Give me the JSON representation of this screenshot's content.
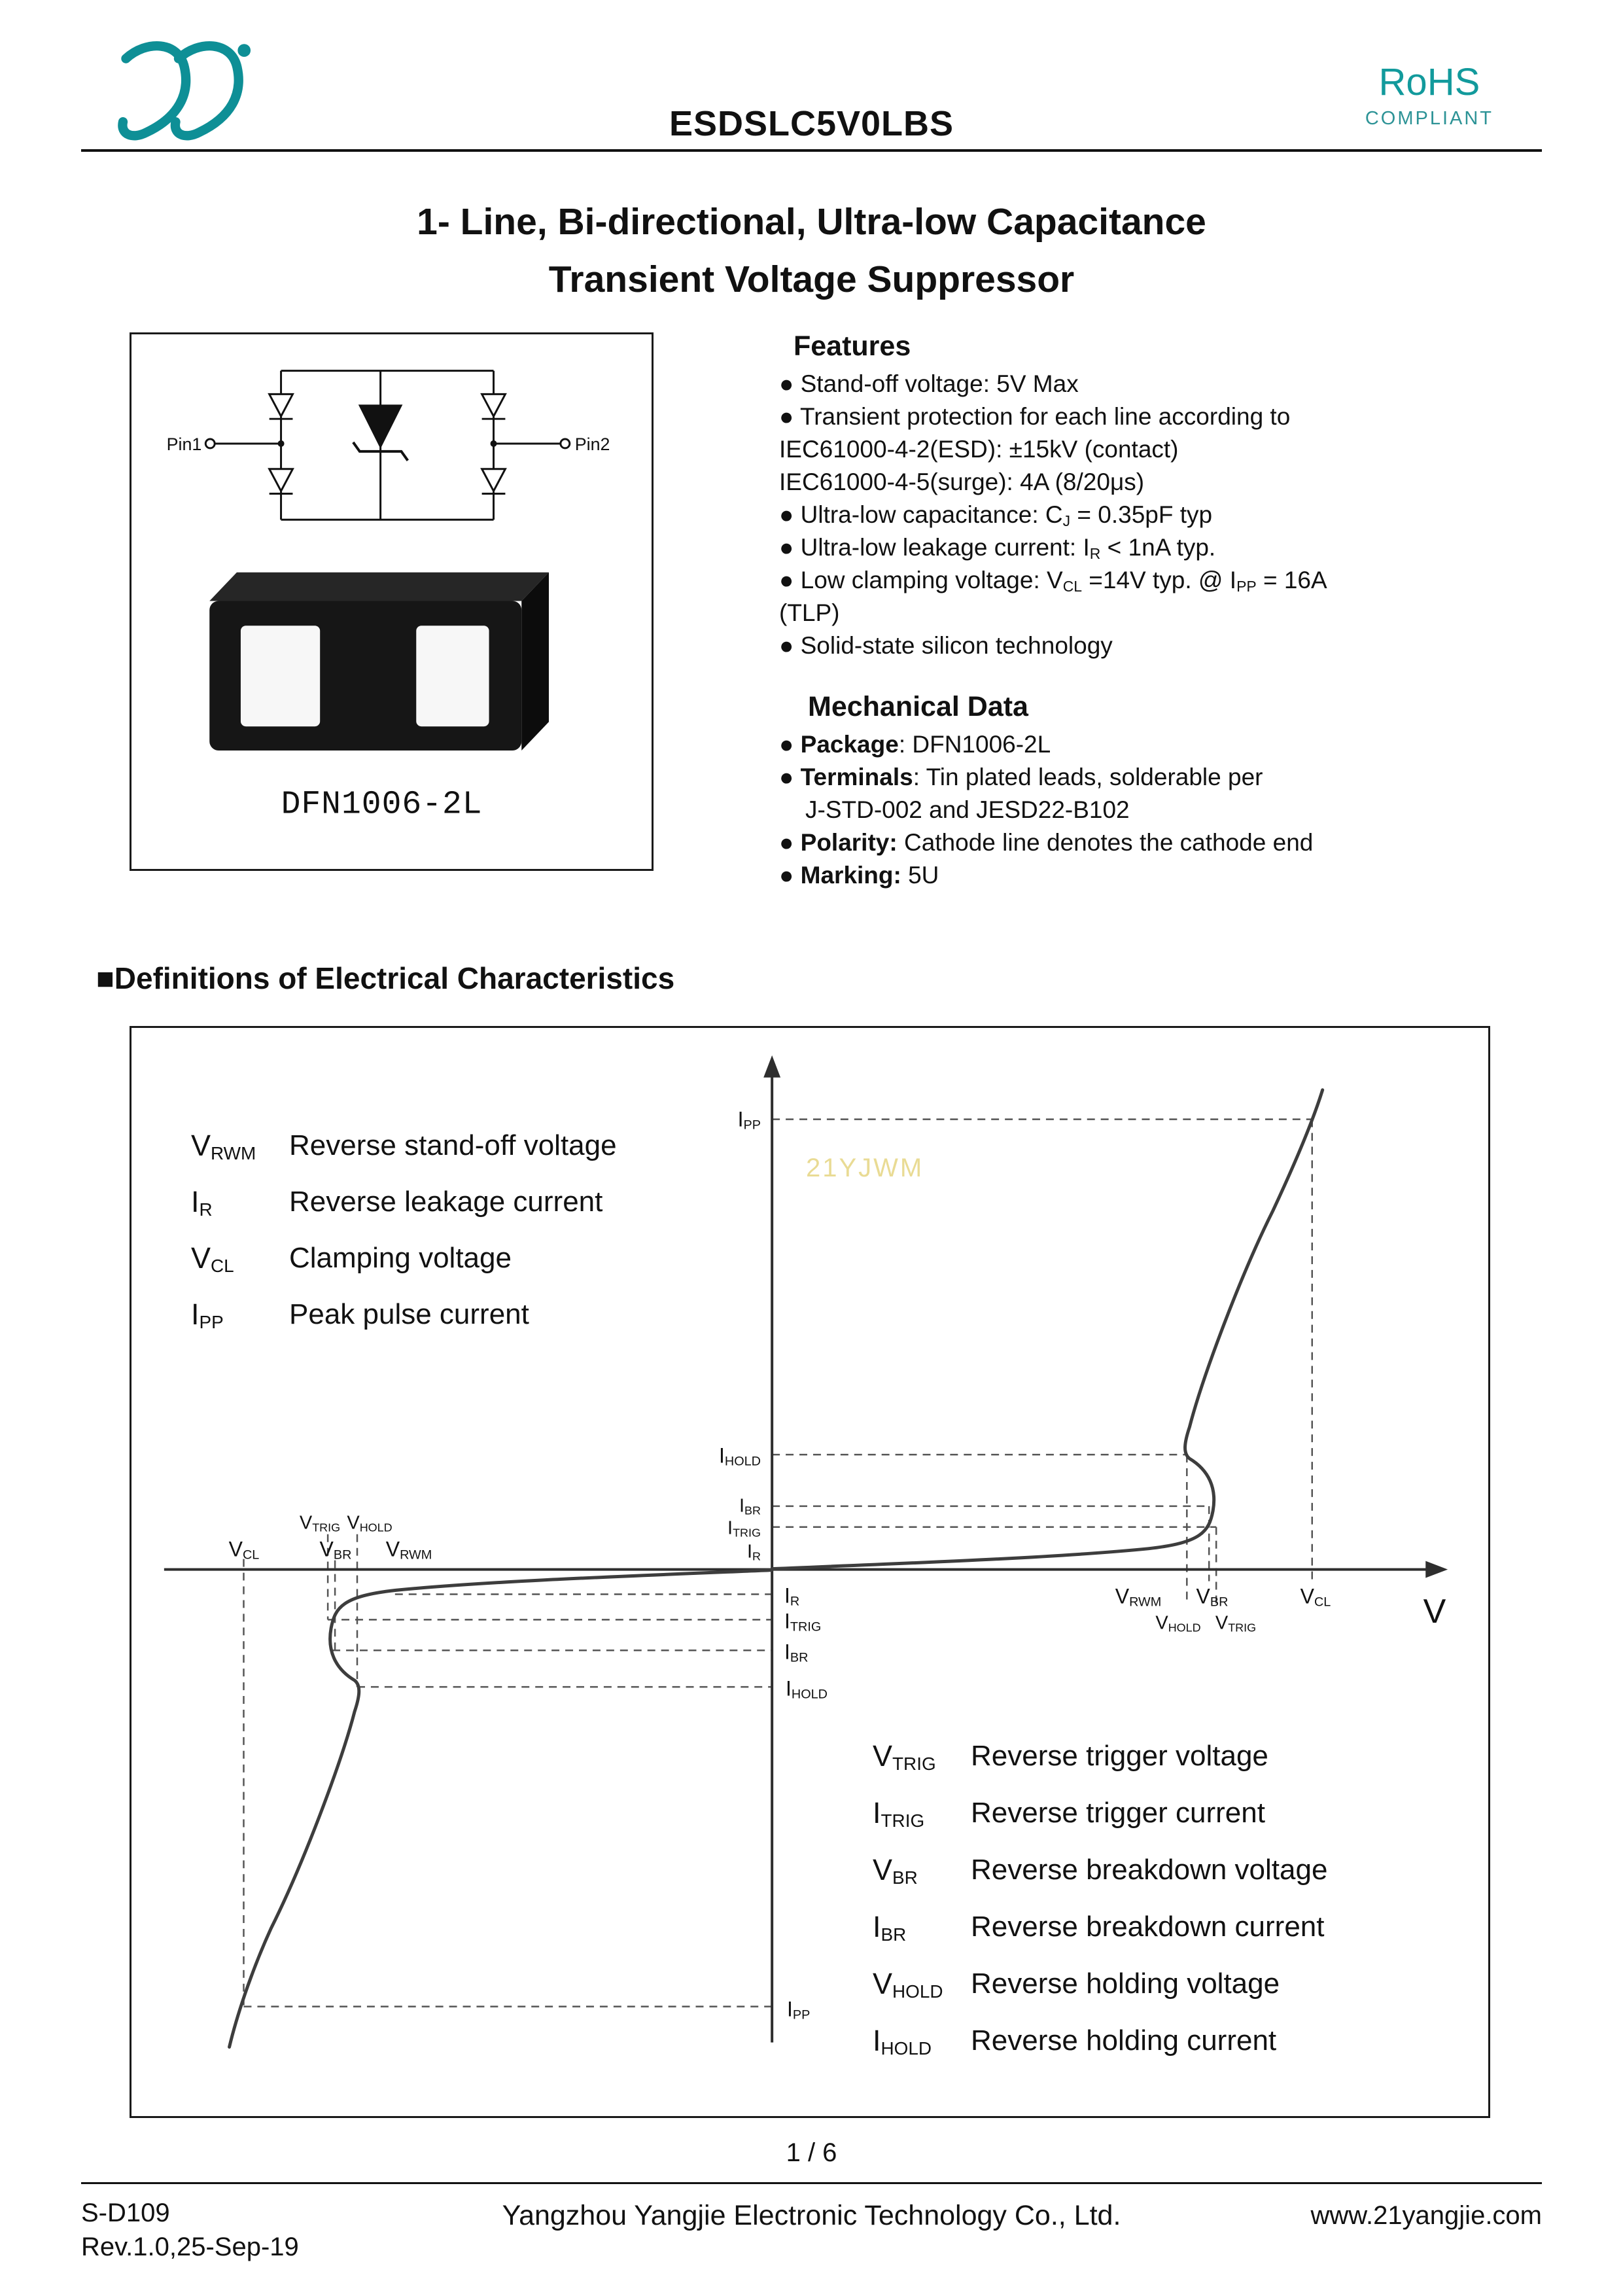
{
  "colors": {
    "accent_teal": "#119a9c",
    "watermark_yellow": "#d8bf3e"
  },
  "header": {
    "part_number": "ESDSLC5V0LBS",
    "rohs": "RoHS",
    "compliant": "COMPLIANT"
  },
  "title": {
    "line1": "1- Line, Bi-directional, Ultra-low Capacitance",
    "line2": "Transient Voltage Suppressor"
  },
  "package_panel": {
    "pin1": "Pin1",
    "pin2": "Pin2",
    "name": "DFN1006-2L"
  },
  "features": {
    "heading": "Features",
    "lines": [
      {
        "segs": [
          "● Stand-off voltage: 5V Max"
        ]
      },
      {
        "segs": [
          "● Transient protection for each line according to"
        ]
      },
      {
        "segs": [
          "IEC61000-4-2(ESD): ±15kV (contact)"
        ]
      },
      {
        "segs": [
          "IEC61000-4-5(surge): 4A (8/20μs)"
        ]
      },
      {
        "segs": [
          "● Ultra-low capacitance: C",
          {
            "sub": "J"
          },
          " = 0.35pF typ"
        ]
      },
      {
        "segs": [
          "● Ultra-low leakage current: I",
          {
            "sub": "R"
          },
          " < 1nA typ."
        ]
      },
      {
        "segs": [
          "● Low clamping voltage: V",
          {
            "sub": "CL"
          },
          " =14V typ. @ I",
          {
            "sub": "PP"
          },
          " = 16A"
        ]
      },
      {
        "segs": [
          "(TLP)"
        ]
      },
      {
        "segs": [
          "● Solid-state silicon technology"
        ]
      }
    ]
  },
  "mechanical": {
    "heading": "Mechanical Data",
    "lines": [
      {
        "segs": [
          "● ",
          {
            "b": "Package"
          },
          ": DFN1006-2L"
        ]
      },
      {
        "segs": [
          "● ",
          {
            "b": "Terminals"
          },
          ": Tin plated leads, solderable  per"
        ]
      },
      {
        "segs": [
          "J-STD-002 and JESD22-B102"
        ]
      },
      {
        "segs": [
          "● ",
          {
            "b": "Polarity:"
          },
          " Cathode line denotes the cathode end"
        ]
      },
      {
        "segs": [
          "● ",
          {
            "b": "Marking:"
          },
          " 5U"
        ]
      }
    ]
  },
  "definitions_heading": "■Definitions of Electrical Characteristics",
  "graph": {
    "axis_v": "V",
    "watermark": "21YJWM",
    "labels": {
      "ipp": [
        "I",
        {
          "sub": "PP"
        }
      ],
      "ihold": [
        "I",
        {
          "sub": "HOLD"
        }
      ],
      "ibr": [
        "I",
        {
          "sub": "BR"
        }
      ],
      "itrig": [
        "I",
        {
          "sub": "TRIG"
        }
      ],
      "ir": [
        "I",
        {
          "sub": "R"
        }
      ],
      "vrwm": [
        "V",
        {
          "sub": "RWM"
        }
      ],
      "vbr": [
        "V",
        {
          "sub": "BR"
        }
      ],
      "vcl": [
        "V",
        {
          "sub": "CL"
        }
      ],
      "vhold": [
        "V",
        {
          "sub": "HOLD"
        }
      ],
      "vtrig": [
        "V",
        {
          "sub": "TRIG"
        }
      ]
    },
    "legend_top": [
      {
        "term": [
          "V",
          {
            "sub": "RWM"
          }
        ],
        "desc": "Reverse stand-off voltage"
      },
      {
        "term": [
          "I",
          {
            "sub": "R"
          }
        ],
        "desc": "Reverse leakage current"
      },
      {
        "term": [
          "V",
          {
            "sub": "CL"
          }
        ],
        "desc": "Clamping voltage"
      },
      {
        "term": [
          "I",
          {
            "sub": "PP"
          }
        ],
        "desc": "Peak pulse current"
      }
    ],
    "legend_bottom": [
      {
        "term": [
          "V",
          {
            "sub": "TRIG"
          }
        ],
        "desc": "Reverse trigger voltage"
      },
      {
        "term": [
          "I",
          {
            "sub": "TRIG"
          }
        ],
        "desc": "Reverse trigger current"
      },
      {
        "term": [
          "V",
          {
            "sub": "BR"
          }
        ],
        "desc": "Reverse breakdown voltage"
      },
      {
        "term": [
          "I",
          {
            "sub": "BR"
          }
        ],
        "desc": "Reverse breakdown current"
      },
      {
        "term": [
          "V",
          {
            "sub": "HOLD"
          }
        ],
        "desc": "Reverse holding voltage"
      },
      {
        "term": [
          "I",
          {
            "sub": "HOLD"
          }
        ],
        "desc": "Reverse holding current"
      }
    ]
  },
  "page_number": "1 / 6",
  "footer": {
    "doc_code": "S-D109",
    "revision": "Rev.1.0,25-Sep-19",
    "company": "Yangzhou Yangjie Electronic Technology Co., Ltd.",
    "website": "www.21yangjie.com"
  }
}
